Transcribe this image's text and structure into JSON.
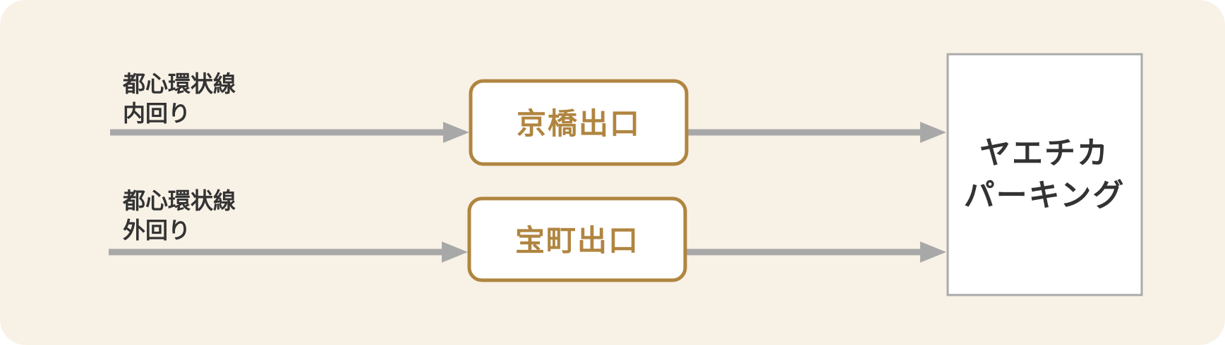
{
  "colors": {
    "background": "#f8f1e6",
    "arrow": "#a8a8a8",
    "exit_border": "#b08540",
    "exit_text": "#b08540",
    "exit_fill": "#ffffff",
    "dest_border": "#aaaaaa",
    "dest_fill": "#ffffff",
    "label_text": "#333333"
  },
  "routes": [
    {
      "line1": "都心環状線",
      "line2": "内回り"
    },
    {
      "line1": "都心環状線",
      "line2": "外回り"
    }
  ],
  "exits": [
    {
      "label": "京橋出口"
    },
    {
      "label": "宝町出口"
    }
  ],
  "destination": {
    "line1": "ヤエチカ",
    "line2": "パーキング"
  }
}
